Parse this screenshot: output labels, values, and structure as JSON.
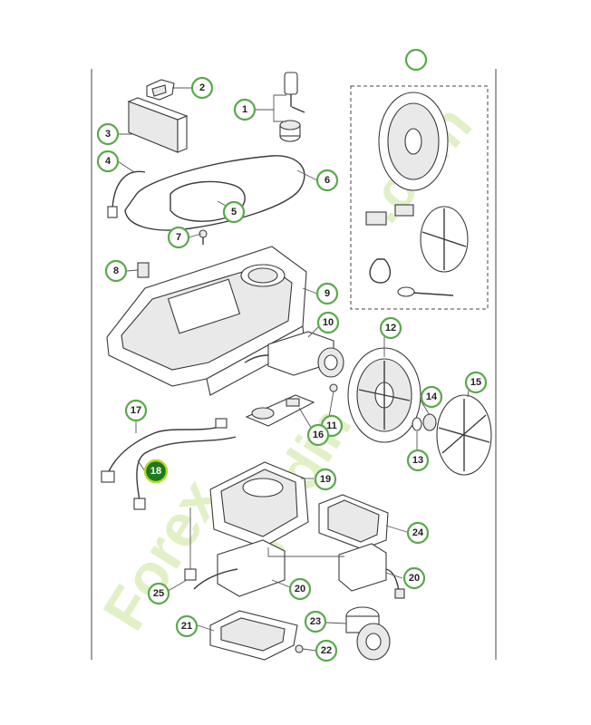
{
  "callouts": [
    {
      "id": "c1",
      "label": "1"
    },
    {
      "id": "c2",
      "label": "2"
    },
    {
      "id": "c3",
      "label": "3"
    },
    {
      "id": "c4",
      "label": "4"
    },
    {
      "id": "c5",
      "label": "5"
    },
    {
      "id": "c6",
      "label": "6"
    },
    {
      "id": "c7",
      "label": "7"
    },
    {
      "id": "c8",
      "label": "8"
    },
    {
      "id": "c9",
      "label": "9"
    },
    {
      "id": "c10",
      "label": "10"
    },
    {
      "id": "c11",
      "label": "11"
    },
    {
      "id": "c12",
      "label": "12"
    },
    {
      "id": "c13",
      "label": "13"
    },
    {
      "id": "c14",
      "label": "14"
    },
    {
      "id": "c15",
      "label": "15"
    },
    {
      "id": "c16",
      "label": "16"
    },
    {
      "id": "c17",
      "label": "17"
    },
    {
      "id": "c18",
      "label": "18",
      "highlighted": true
    },
    {
      "id": "c19",
      "label": "19"
    },
    {
      "id": "c20a",
      "label": "20"
    },
    {
      "id": "c20b",
      "label": "20"
    },
    {
      "id": "c21",
      "label": "21"
    },
    {
      "id": "c22",
      "label": "22"
    },
    {
      "id": "c23",
      "label": "23"
    },
    {
      "id": "c24",
      "label": "24"
    },
    {
      "id": "c25",
      "label": "25"
    }
  ],
  "colors": {
    "callout_ring": "#58a94a",
    "highlight_fill": "#1e7a1c",
    "highlight_ring": "#b8d830",
    "watermark": "#c9e49a"
  },
  "watermark": {
    "text_left": "Forex",
    "text_middle": "jardin",
    "text_right": ".com"
  }
}
